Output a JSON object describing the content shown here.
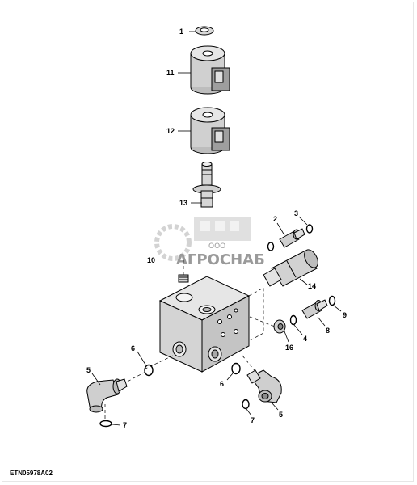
{
  "watermark": {
    "company_small": "ООО",
    "company": "АГРОСНАБ"
  },
  "figure_code": "ETN05978A02",
  "labels": {
    "p1": "1",
    "p11": "11",
    "p12": "12",
    "p13": "13",
    "p2": "2",
    "p3": "3",
    "p10": "10",
    "p14": "14",
    "p9": "9",
    "p8": "8",
    "p4": "4",
    "p16": "16",
    "p6a": "6",
    "p6b": "6",
    "p5a": "5",
    "p5b": "5",
    "p7a": "7",
    "p7b": "7"
  }
}
